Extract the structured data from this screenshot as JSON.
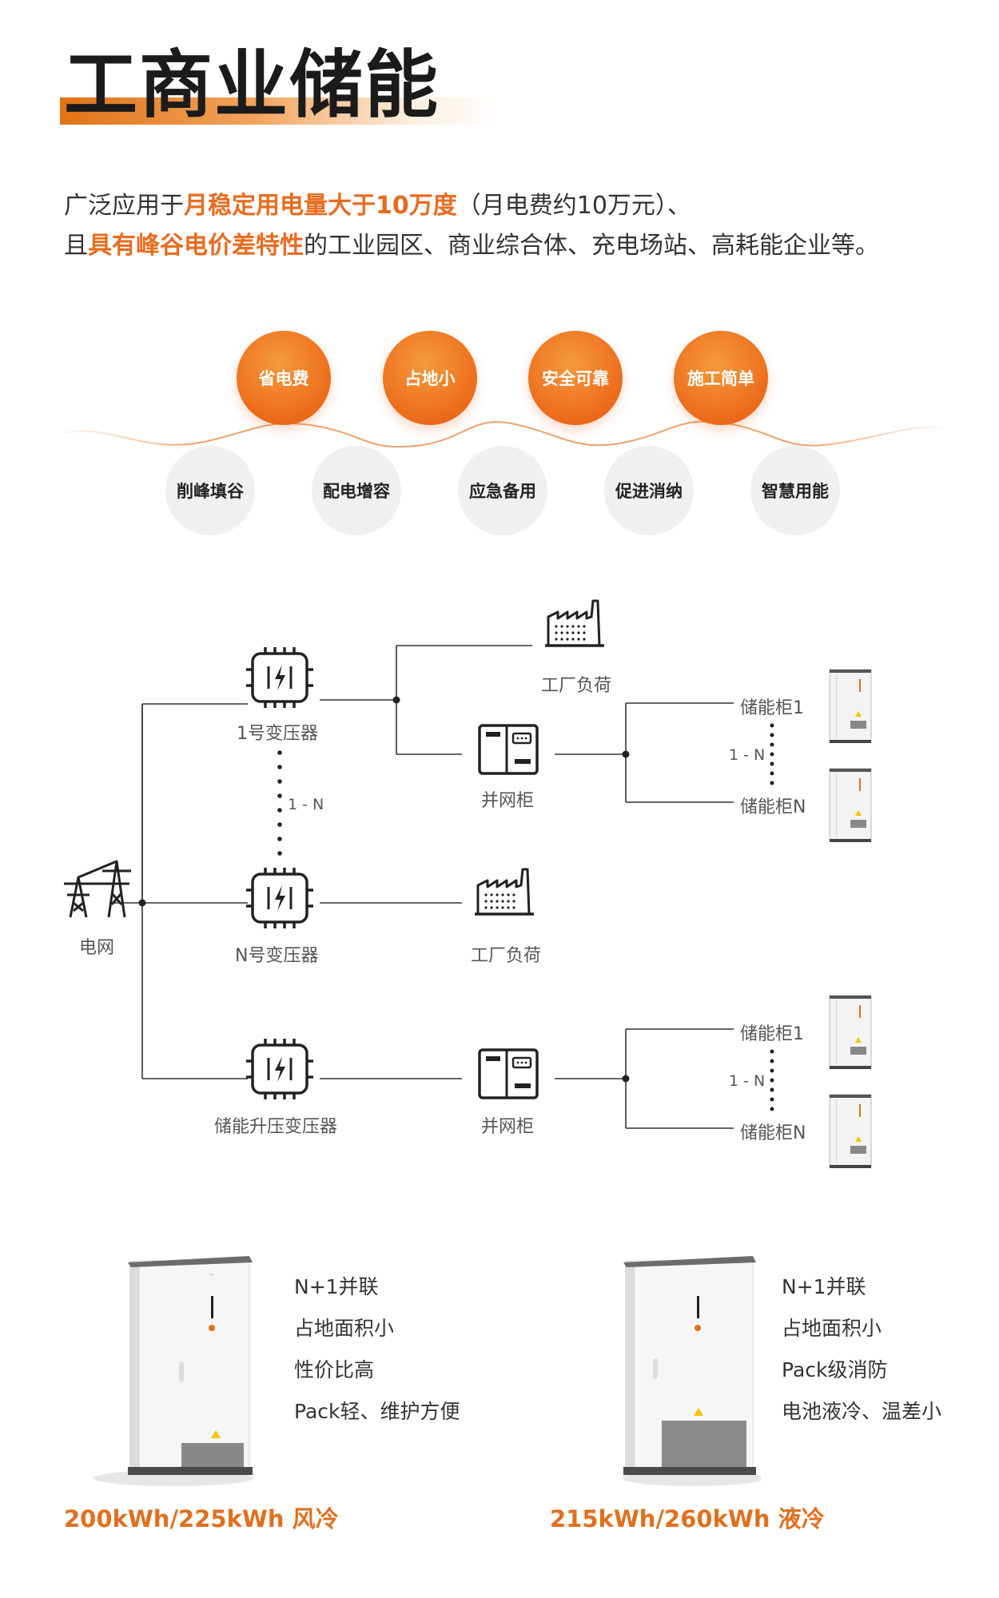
{
  "header": {
    "title": "工商业储能"
  },
  "intro": {
    "line1_a": "广泛应用于",
    "line1_hl": "月稳定用电量大于10万度",
    "line1_b": "（月电费约10万元）、",
    "line2_a": "且",
    "line2_hl": "具有峰谷电价差特性",
    "line2_b": "的工业园区、商业综合体、充电场站、高耗能企业等。"
  },
  "benefits": [
    "省电费",
    "占地小",
    "安全可靠",
    "施工简单"
  ],
  "features": [
    "削峰填谷",
    "配电增容",
    "应急备用",
    "促进消纳",
    "智慧用能"
  ],
  "diagram": {
    "grid": "电网",
    "transformer1": "1号变压器",
    "transformerN": "N号变压器",
    "storage_transformer": "储能升压变压器",
    "range_1n": "1 - N",
    "factory_load": "工厂负荷",
    "grid_cabinet": "并网柜",
    "storage1": "储能柜1",
    "storageN": "储能柜N",
    "colors": {
      "accent": "#e86c1f",
      "line": "#333333"
    }
  },
  "products": [
    {
      "features": [
        "N+1并联",
        "占地面积小",
        "性价比高",
        "Pack轻、维护方便"
      ],
      "caption": "200kWh/225kWh 风冷"
    },
    {
      "features": [
        "N+1并联",
        "占地面积小",
        "Pack级消防",
        "电池液冷、温差小"
      ],
      "caption": "215kWh/260kWh 液冷"
    }
  ]
}
